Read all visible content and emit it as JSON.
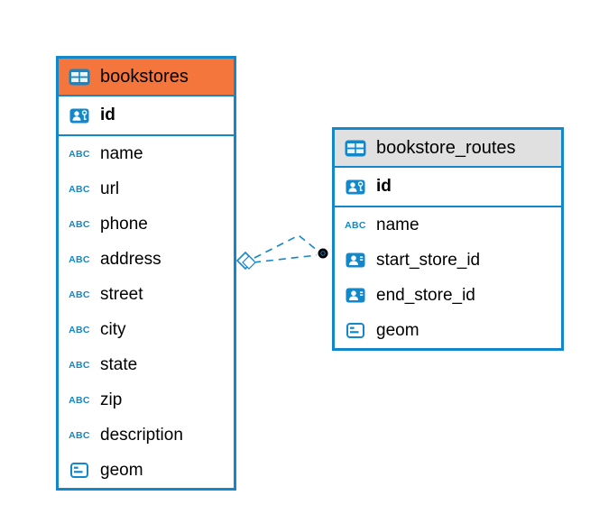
{
  "colors": {
    "accent_blue": "#1287ca",
    "bookstores_header_bg": "#f5763c",
    "routes_header_bg": "#e0e0e0",
    "connector_dot": "#000000"
  },
  "icons": {
    "text_type_label": "ABC"
  },
  "tables": [
    {
      "title": "bookstores",
      "primary_key": "id",
      "columns": [
        {
          "name": "name",
          "type": "text"
        },
        {
          "name": "url",
          "type": "text"
        },
        {
          "name": "phone",
          "type": "text"
        },
        {
          "name": "address",
          "type": "text"
        },
        {
          "name": "street",
          "type": "text"
        },
        {
          "name": "city",
          "type": "text"
        },
        {
          "name": "state",
          "type": "text"
        },
        {
          "name": "zip",
          "type": "text"
        },
        {
          "name": "description",
          "type": "text"
        },
        {
          "name": "geom",
          "type": "geometry"
        }
      ]
    },
    {
      "title": "bookstore_routes",
      "primary_key": "id",
      "columns": [
        {
          "name": "name",
          "type": "text"
        },
        {
          "name": "start_store_id",
          "type": "reference"
        },
        {
          "name": "end_store_id",
          "type": "reference"
        },
        {
          "name": "geom",
          "type": "geometry"
        }
      ]
    }
  ],
  "relationship": {
    "style": "dashed"
  }
}
